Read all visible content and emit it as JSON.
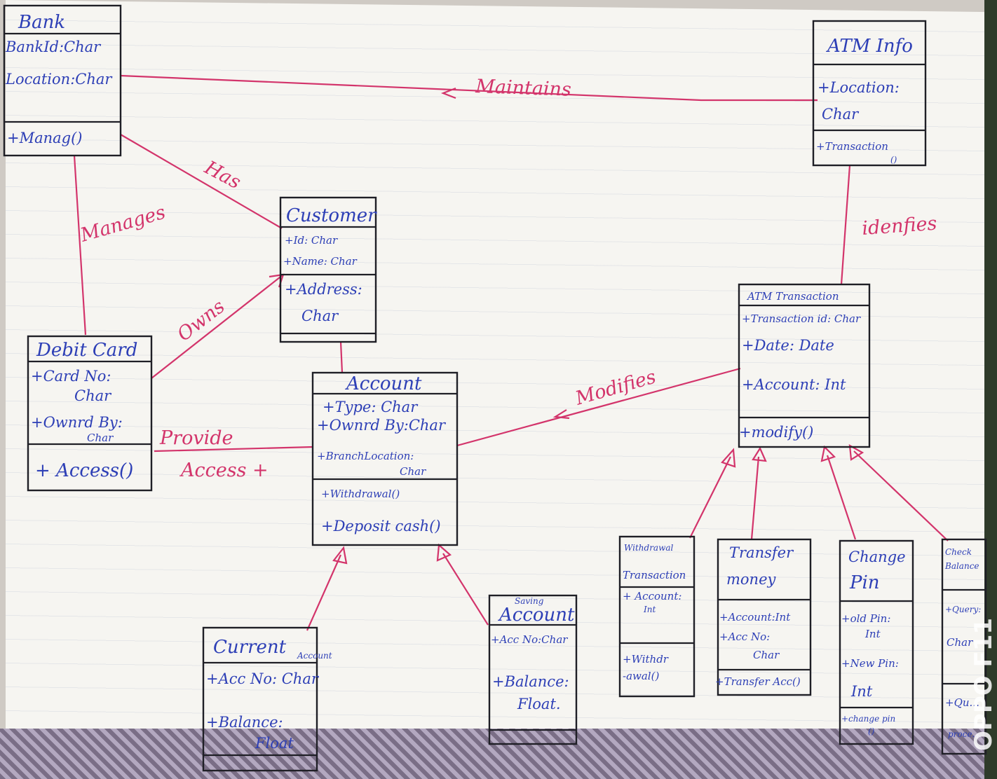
{
  "classes": {
    "bank": {
      "name": "Bank",
      "attrs": [
        "BankId:Char",
        "Location:Char"
      ],
      "ops": [
        "+Manag()"
      ]
    },
    "atm_info": {
      "name": "ATM Info",
      "attrs": [
        "+Location:",
        "Char"
      ],
      "ops": [
        "+Transaction",
        "()"
      ]
    },
    "customer": {
      "name": "Customer",
      "attrs": [
        "+Id: Char",
        "+Name: Char",
        "+Address:",
        "Char"
      ]
    },
    "debit_card": {
      "name": "Debit Card",
      "attrs": [
        "+Card No:",
        "Char",
        "+Ownrd By:",
        "Char"
      ],
      "ops": [
        "+ Access()"
      ]
    },
    "account": {
      "name": "Account",
      "attrs": [
        "+Type: Char",
        "+Ownrd By:Char",
        "+BranchLocation:",
        "Char"
      ],
      "ops": [
        "+Withdrawal()",
        "+Deposit cash()"
      ]
    },
    "atm_transaction": {
      "name": "ATM Transaction",
      "attrs": [
        "+Transaction id: Char",
        "+Date: Date",
        "+Account: Int"
      ],
      "ops": [
        "+modify()"
      ]
    },
    "current_account": {
      "name": "Current",
      "name_suffix": "Account",
      "attrs": [
        "+Acc No: Char",
        "+Balance:",
        "Float"
      ]
    },
    "saving_account": {
      "name_prefix": "Saving",
      "name": "Account",
      "attrs": [
        "+Acc No:Char",
        "+Balance:",
        "Float."
      ]
    },
    "withdrawal_transaction": {
      "name": "Withdrawal",
      "name2": "Transaction",
      "attrs": [
        "+ Account:",
        "Int"
      ],
      "ops": [
        "+Withdr",
        "-awal()"
      ]
    },
    "transfer_money": {
      "name": "Transfer",
      "name2": "money",
      "attrs": [
        "+Account:Int",
        "+Acc No:",
        "Char"
      ],
      "ops": [
        "+Transfer Acc()"
      ]
    },
    "change_pin": {
      "name": "Change",
      "name2": "Pin",
      "attrs": [
        "+old Pin:",
        "Int",
        "+New Pin:",
        "Int"
      ],
      "ops": [
        "+change pin",
        "()"
      ]
    },
    "check_balance": {
      "name": "Check",
      "name2": "Balance",
      "attrs": [
        "+Query:",
        "Char"
      ],
      "ops": [
        "+Qu...",
        "proce..."
      ]
    }
  },
  "relations": {
    "maintains": "Maintains",
    "has": "Has",
    "manages": "Manages",
    "owns": "Owns",
    "identifies": "idenfies",
    "modifies": "Modifies",
    "provide_access_1": "Provide",
    "provide_access_2": "Access +"
  },
  "watermark": "OPPO F11",
  "colors": {
    "ink": "#2d3fb6",
    "relation": "#d3346b",
    "box": "#1f1f26"
  }
}
